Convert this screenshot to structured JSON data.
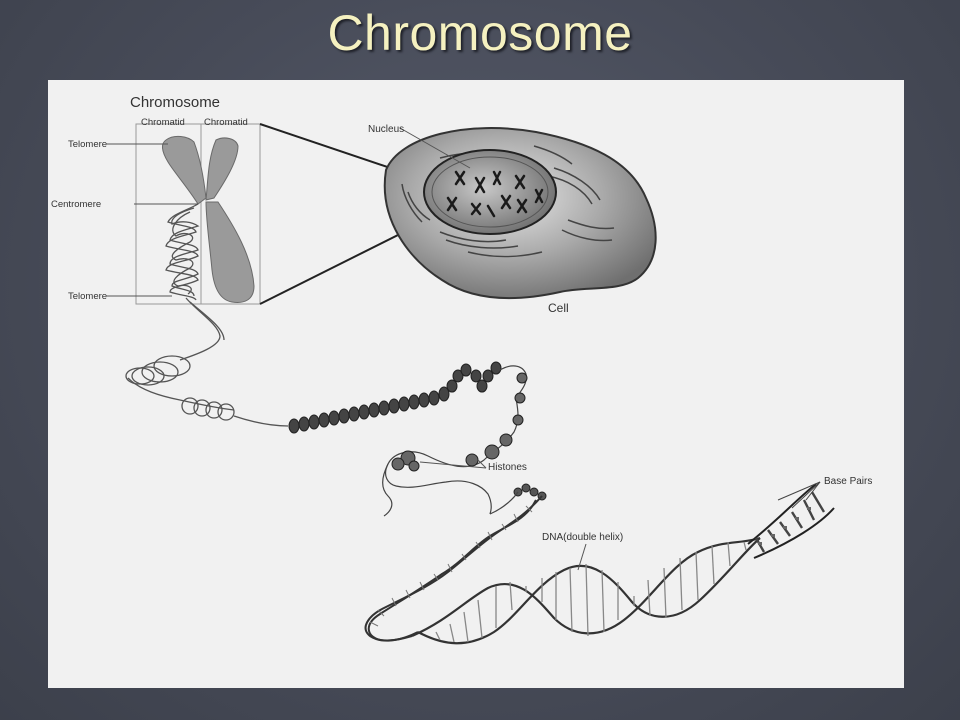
{
  "slide": {
    "title": "Chromosome"
  },
  "figure": {
    "chromosome_heading": "Chromosome",
    "chromatid_left": "Chromatid",
    "chromatid_right": "Chromatid",
    "telomere_top": "Telomere",
    "centromere": "Centromere",
    "telomere_bottom": "Telomere",
    "nucleus": "Nucleus",
    "cell": "Cell",
    "histones": "Histones",
    "base_pairs": "Base Pairs",
    "dna": "DNA(double helix)"
  }
}
